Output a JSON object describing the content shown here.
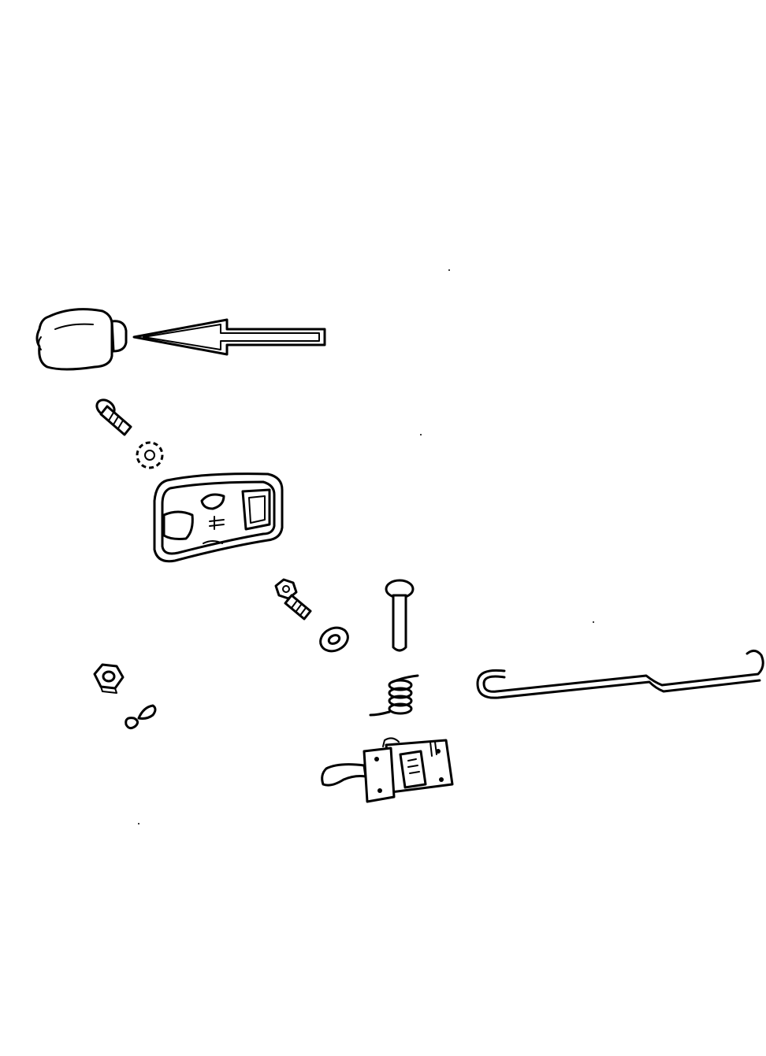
{
  "diagram": {
    "type": "exploded-parts-view",
    "colors": {
      "ink": "#000000",
      "background": "#ffffff"
    },
    "parts": [
      {
        "name": "knob-cap"
      },
      {
        "name": "indicator-arrow"
      },
      {
        "name": "screw"
      },
      {
        "name": "lock-washer"
      },
      {
        "name": "handle-bezel"
      },
      {
        "name": "hex-bolt"
      },
      {
        "name": "flat-washer"
      },
      {
        "name": "hex-nut"
      },
      {
        "name": "clip"
      },
      {
        "name": "pivot-pin"
      },
      {
        "name": "coil-spring"
      },
      {
        "name": "latch-rod"
      },
      {
        "name": "latch-mechanism"
      }
    ]
  }
}
